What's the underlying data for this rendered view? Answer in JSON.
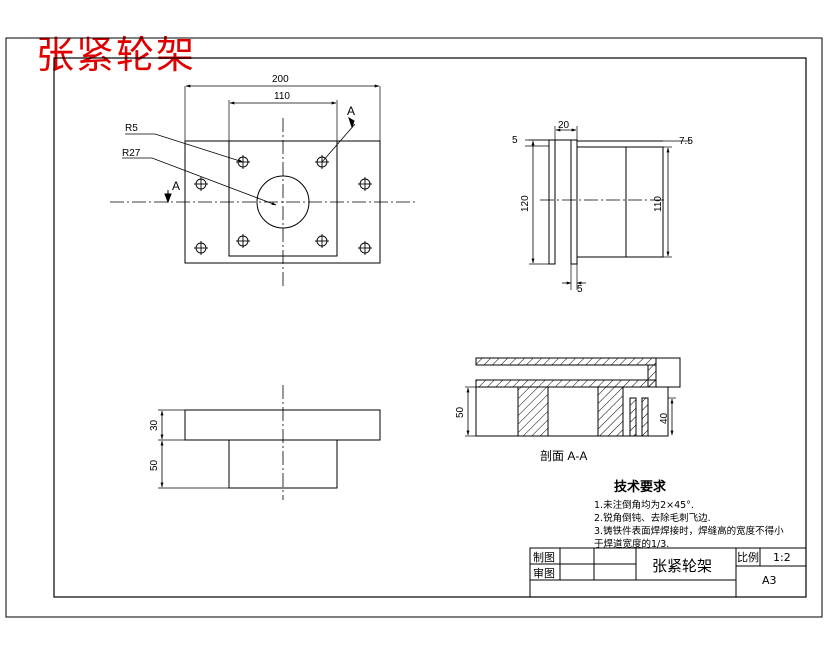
{
  "title": "张紧轮架",
  "dims": {
    "top_width_outer": "200",
    "top_width_inner": "110",
    "r5": "R5",
    "r27": "R27",
    "section_mark": "A",
    "side_t5_top": "5",
    "side_w20": "20",
    "side_t75": "7.5",
    "side_h120": "120",
    "side_h110": "110",
    "side_t5_bottom": "5",
    "front_h30": "30",
    "front_h50": "50",
    "sec_h50": "50",
    "sec_h40": "40"
  },
  "section_label": "剖面 A-A",
  "notes": {
    "title": "技术要求",
    "lines": [
      "1.未注倒角均为2×45°.",
      "2.锐角倒钝、去除毛刺飞边.",
      "3.铸铁件表面焊焊接时，焊缝高的宽度不得小",
      "于焊道宽度的1/3."
    ]
  },
  "title_block": {
    "drawn_label": "制图",
    "checked_label": "审图",
    "part_name": "张紧轮架",
    "scale_label": "比例",
    "scale_value": "1:2",
    "sheet_size": "A3"
  }
}
